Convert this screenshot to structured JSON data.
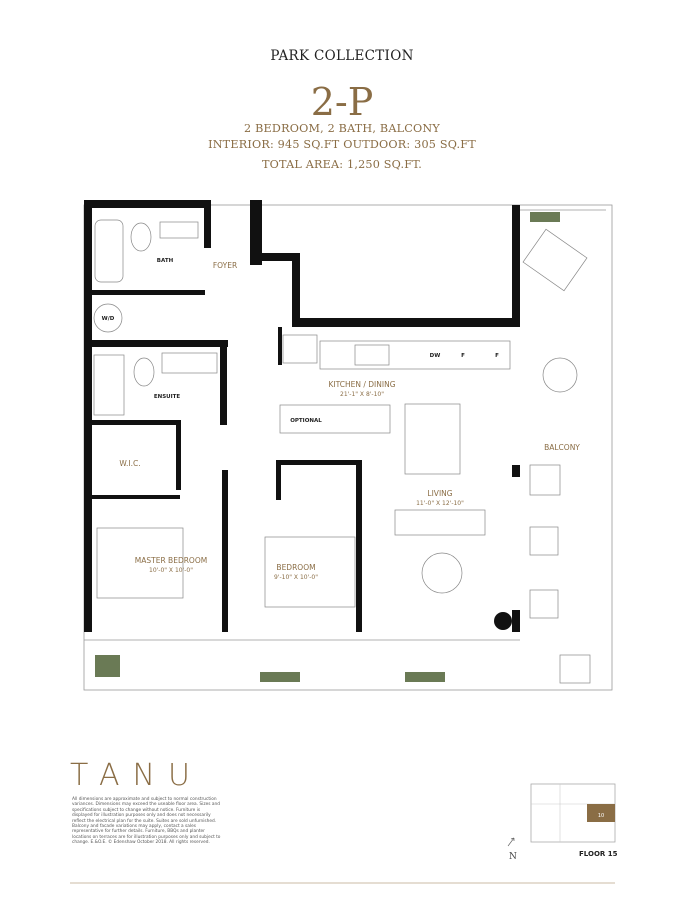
{
  "header": {
    "collection": "PARK COLLECTION",
    "unit_name": "2-P",
    "bedrooms_line": "2 BEDROOM, 2 BATH, BALCONY",
    "areas_line": "INTERIOR: 945 SQ.FT  OUTDOOR: 305 SQ.FT",
    "total_line": "TOTAL AREA: 1,250 SQ.FT."
  },
  "rooms": {
    "foyer": "FOYER",
    "bath": "BATH",
    "wd": "W/D",
    "ensuite": "ENSUITE",
    "wic": "W.I.C.",
    "kitchen": "KITCHEN / DINING",
    "kitchen_dim": "21'-1\" X 8'-10\"",
    "optional": "OPTIONAL",
    "dw": "DW",
    "fridge_a": "F",
    "fridge_b": "F",
    "living": "LIVING",
    "living_dim": "11'-0\" X 12'-10\"",
    "balcony": "BALCONY",
    "master": "MASTER BEDROOM",
    "master_dim": "10'-0\" X 10'-0\"",
    "bedroom": "BEDROOM",
    "bedroom_dim": "9'-10\" X 10'-0\""
  },
  "footer": {
    "logo": "TANU",
    "disclaimer": "All dimensions are approximate and subject to normal construction variances. Dimensions may exceed the useable floor area. Sizes and specifications subject to change without notice. Furniture is displayed for illustration purposes only and does not necessarily reflect the electrical plan for the suite. Suites are sold unfurnished. Balcony and facade variations may apply, contact a sales representative for further details. Furniture, BBQs and planter locations on terraces are for illustration purposes only and subject to change. E.&O.E. © Edenshaw October 2018. All rights reserved.",
    "keyplan_unit": "10",
    "north": "N",
    "floor": "FLOOR 15"
  },
  "colors": {
    "accent": "#8a6d45",
    "wall": "#111111"
  }
}
